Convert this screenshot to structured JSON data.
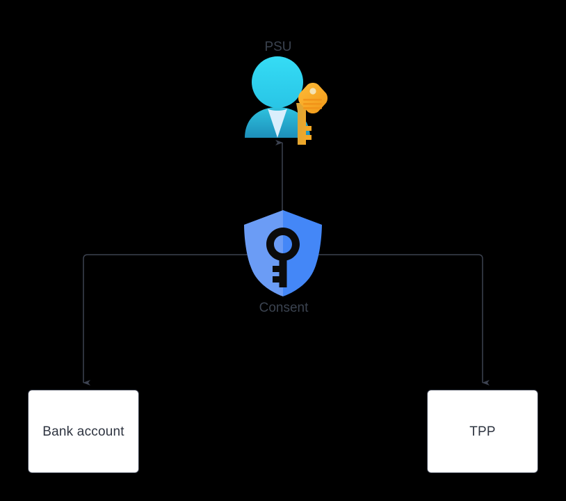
{
  "diagram": {
    "title": "PSU consent relationship diagram",
    "background_color": "#000000",
    "connector_color": "#3c4250",
    "nodes": [
      {
        "id": "psu",
        "label": "PSU",
        "icon": "user-with-key-icon",
        "type": "icon-node",
        "label_color": "#3b4350"
      },
      {
        "id": "consent",
        "label": "Consent",
        "icon": "shield-key-icon",
        "type": "icon-node",
        "label_color": "#3b4350"
      },
      {
        "id": "bank",
        "label": "Bank account",
        "type": "box",
        "fill": "#ffffff",
        "border": "#3c4250",
        "label_color": "#2e3440"
      },
      {
        "id": "tpp",
        "label": "TPP",
        "type": "box",
        "fill": "#ffffff",
        "border": "#3c4250",
        "label_color": "#2e3440"
      }
    ],
    "edges": [
      {
        "id": "consent-to-psu",
        "from": "consent",
        "to": "psu",
        "arrow": "up"
      },
      {
        "id": "consent-to-bank",
        "from": "consent",
        "to": "bank",
        "arrow": "down"
      },
      {
        "id": "consent-to-tpp",
        "from": "consent",
        "to": "tpp",
        "arrow": "down"
      }
    ]
  },
  "icons": {
    "psu": {
      "name": "user-with-key-icon",
      "head_color": "#2dd4f0",
      "body_color_top": "#2ec0dd",
      "body_color_bottom": "#1f95bd",
      "collar_color": "#d8eefb",
      "key_color_light": "#fbb731",
      "key_color_dark": "#d7a43a",
      "key_accent": "#f59a1d"
    },
    "consent": {
      "name": "shield-key-icon",
      "shield_left_color": "#6b9cf5",
      "shield_right_color": "#4487f7",
      "keyhole_color": "#0b0b0b"
    }
  }
}
